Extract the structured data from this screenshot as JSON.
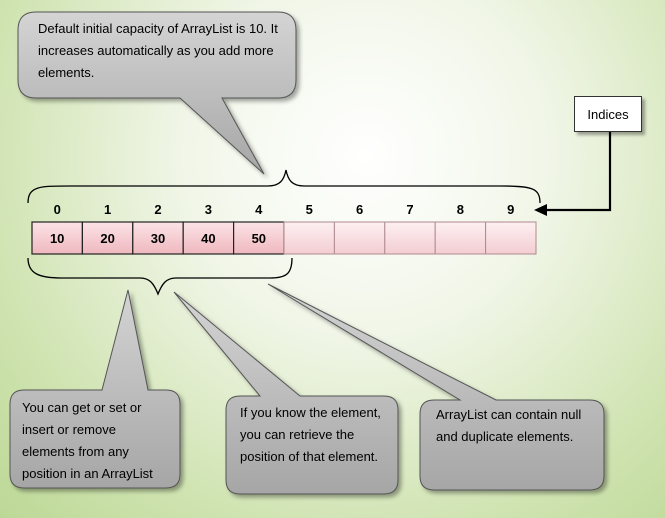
{
  "callouts": {
    "capacity": "Default initial capacity of ArrayList is 10. It increases automatically as you add more elements.",
    "access": "You can get or set or insert or remove elements from any position in an ArrayList",
    "retrieve": "If you know the element, you can retrieve the position of that element.",
    "nulls": "ArrayList can contain null and duplicate elements."
  },
  "indices_label": "Indices",
  "array": {
    "indices": [
      "0",
      "1",
      "2",
      "3",
      "4",
      "5",
      "6",
      "7",
      "8",
      "9"
    ],
    "values": [
      "10",
      "20",
      "30",
      "40",
      "50",
      "",
      "",
      "",
      "",
      ""
    ]
  },
  "colors": {
    "filled_cell": "#f5c9cf",
    "empty_cell": "#f8d8dc",
    "callout_gray": "#b0b0b0"
  }
}
